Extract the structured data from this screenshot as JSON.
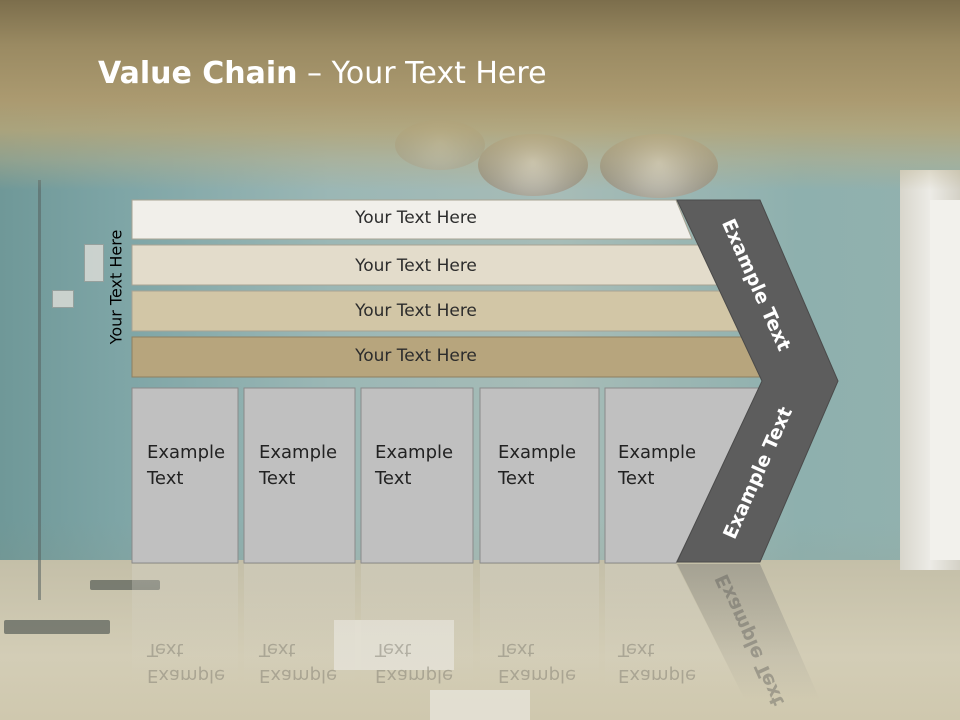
{
  "slide": {
    "title_bold": "Value Chain",
    "title_rest": " – Your Text Here",
    "side_label": "Your Text Here"
  },
  "bars": [
    {
      "label": "Your Text Here",
      "fill": "#f1efea"
    },
    {
      "label": "Your Text Here",
      "fill": "#e3dccb"
    },
    {
      "label": "Your Text Here",
      "fill": "#d2c6a6"
    },
    {
      "label": "Your Text Here",
      "fill": "#b7a57d"
    }
  ],
  "columns": [
    {
      "line1": "Example",
      "line2": "Text"
    },
    {
      "line1": "Example",
      "line2": "Text"
    },
    {
      "line1": "Example",
      "line2": "Text"
    },
    {
      "line1": "Example",
      "line2": "Text"
    },
    {
      "line1": "Example",
      "line2": "Text"
    }
  ],
  "chevron": {
    "upper_label": "Example Text",
    "lower_label": "Example Text",
    "fill": "#5d5d5d"
  },
  "colors": {
    "column_fill": "#c0c0c0",
    "column_stroke": "#8a8a8a"
  }
}
